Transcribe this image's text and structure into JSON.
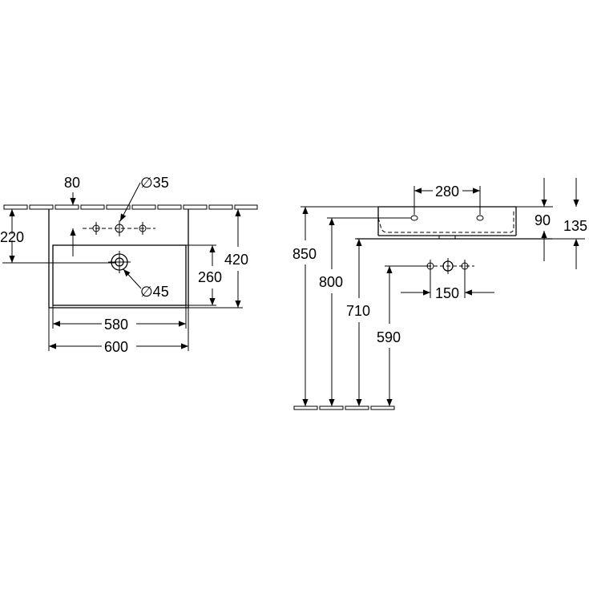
{
  "top_view": {
    "dim_80": "80",
    "dim_dia35": "∅35",
    "dim_220": "220",
    "dim_420": "420",
    "dim_260": "260",
    "dim_dia45": "∅45",
    "dim_580": "580",
    "dim_600": "600"
  },
  "side_view": {
    "dim_280": "280",
    "dim_90": "90",
    "dim_135": "135",
    "dim_850": "850",
    "dim_800": "800",
    "dim_710": "710",
    "dim_590": "590",
    "dim_150": "150"
  }
}
